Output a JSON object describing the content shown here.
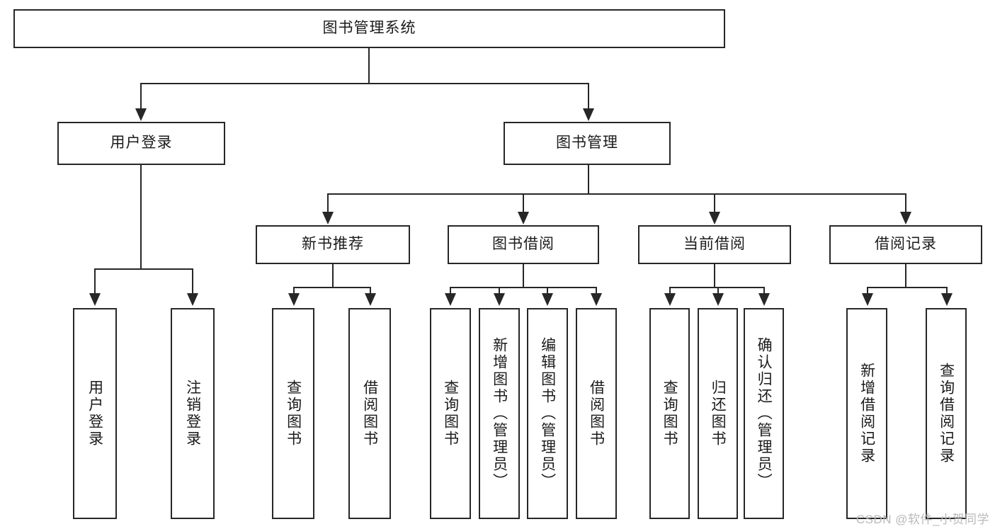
{
  "diagram": {
    "type": "tree-hierarchy-flowchart",
    "orientation": "top-down",
    "root": {
      "label": "图书管理系统"
    },
    "level2": [
      {
        "id": "user-login",
        "label": "用户登录"
      },
      {
        "id": "book-management",
        "label": "图书管理"
      }
    ],
    "level3": [
      {
        "id": "new-book-recommend",
        "label": "新书推荐",
        "parent": "book-management"
      },
      {
        "id": "book-borrow",
        "label": "图书借阅",
        "parent": "book-management"
      },
      {
        "id": "current-borrow",
        "label": "当前借阅",
        "parent": "book-management"
      },
      {
        "id": "borrow-record",
        "label": "借阅记录",
        "parent": "book-management"
      }
    ],
    "leaves": [
      {
        "id": "leaf-user-login",
        "label": "用户登录",
        "parent": "user-login"
      },
      {
        "id": "leaf-logout-login",
        "label": "注销登录",
        "parent": "user-login"
      },
      {
        "id": "leaf-query-book-1",
        "label": "查询图书",
        "parent": "new-book-recommend"
      },
      {
        "id": "leaf-borrow-book-1",
        "label": "借阅图书",
        "parent": "new-book-recommend"
      },
      {
        "id": "leaf-query-book-2",
        "label": "查询图书",
        "parent": "book-borrow"
      },
      {
        "id": "leaf-add-book",
        "label": "新增图书（管理员）",
        "parent": "book-borrow"
      },
      {
        "id": "leaf-edit-book",
        "label": "编辑图书（管理员）",
        "parent": "book-borrow"
      },
      {
        "id": "leaf-borrow-book-2",
        "label": "借阅图书",
        "parent": "book-borrow"
      },
      {
        "id": "leaf-query-book-3",
        "label": "查询图书",
        "parent": "current-borrow"
      },
      {
        "id": "leaf-return-book",
        "label": "归还图书",
        "parent": "current-borrow"
      },
      {
        "id": "leaf-confirm-return",
        "label": "确认归还（管理员）",
        "parent": "current-borrow"
      },
      {
        "id": "leaf-add-record",
        "label": "新增借阅记录",
        "parent": "borrow-record"
      },
      {
        "id": "leaf-query-record",
        "label": "查询借阅记录",
        "parent": "borrow-record"
      }
    ]
  },
  "watermark": {
    "text": "CSDN @软件_小贺同学"
  },
  "colors": {
    "stroke": "#272727",
    "fill": "#ffffff",
    "text": "#1b1b1b",
    "watermark": "#b9b9b9"
  }
}
